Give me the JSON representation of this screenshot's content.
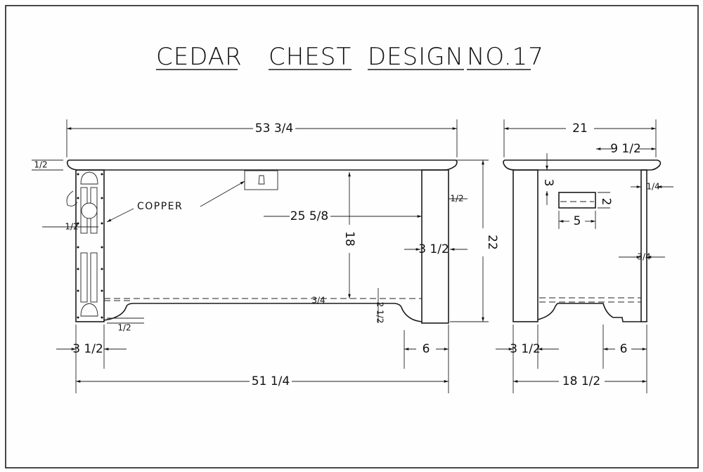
{
  "title": {
    "words": [
      "CEDAR",
      "CHEST",
      "DESIGN",
      "NO.17"
    ]
  },
  "note": "COPPER",
  "front_view": {
    "overall_length_top": "53 3/4",
    "overall_length_base": "51 1/4",
    "height": "22",
    "inside_height": "18",
    "half_length": "25 5/8",
    "leg_width_right": "3 1/2",
    "leg_width_bottom": "3 1/2",
    "foot_length": "6",
    "lid_thickness": "1/2",
    "strap_offset": "1/2",
    "panel_inset": "1/2",
    "bottom_thickness": "3/4",
    "apron_height": "2 1/2",
    "foot_clearance": "1/2"
  },
  "side_view": {
    "lid_depth": "21",
    "lid_half": "9 1/2",
    "handle_top": "3",
    "handle_height": "2",
    "handle_width": "5",
    "lid_overhang": "1/4",
    "panel_thickness": "3/4",
    "leg_width": "3 1/2",
    "foot_length": "6",
    "base_depth": "18 1/2"
  }
}
